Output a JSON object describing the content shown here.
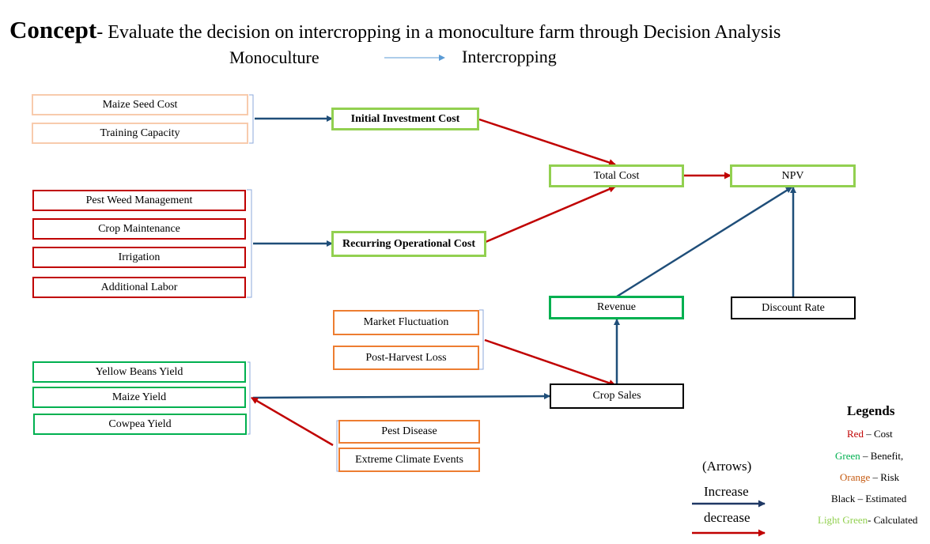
{
  "title": {
    "bold": "Concept",
    "rest": "- Evaluate the decision on intercropping in a monoculture farm through Decision Analysis"
  },
  "subtitle": {
    "from": "Monoculture",
    "to": "Intercropping"
  },
  "nodes": {
    "maize_seed_cost": "Maize Seed Cost",
    "training_capacity": "Training Capacity",
    "initial_investment_cost": "Initial Investment Cost",
    "total_cost": "Total Cost",
    "npv": "NPV",
    "pest_weed_management": "Pest Weed Management",
    "crop_maintenance": "Crop Maintenance",
    "irrigation": "Irrigation",
    "additional_labor": "Additional Labor",
    "recurring_operational_cost": "Recurring Operational Cost",
    "revenue": "Revenue",
    "discount_rate": "Discount Rate",
    "market_fluctuation": "Market Fluctuation",
    "post_harvest_loss": "Post-Harvest Loss",
    "yellow_beans_yield": "Yellow Beans Yield",
    "maize_yield": "Maize Yield",
    "cowpea_yield": "Cowpea Yield",
    "crop_sales": "Crop Sales",
    "pest_disease": "Pest Disease",
    "extreme_climate_events": "Extreme Climate Events"
  },
  "arrow_key": {
    "heading": "(Arrows)",
    "increase": "Increase",
    "decrease": "decrease",
    "increase_color": "#1f3864",
    "decrease_color": "#c00000"
  },
  "legend": {
    "title": "Legends",
    "items": [
      {
        "term": "Red",
        "desc": " – Cost",
        "color": "#c00000"
      },
      {
        "term": "Green",
        "desc": " – Benefit,",
        "color": "#00b050"
      },
      {
        "term": "Orange",
        "desc": " – Risk",
        "color": "#c55a11"
      },
      {
        "term": "Black",
        "desc": " – Estimated",
        "color": "#000000"
      },
      {
        "term": "Light Green",
        "desc": "- Calculated",
        "color": "#92d050"
      }
    ]
  }
}
